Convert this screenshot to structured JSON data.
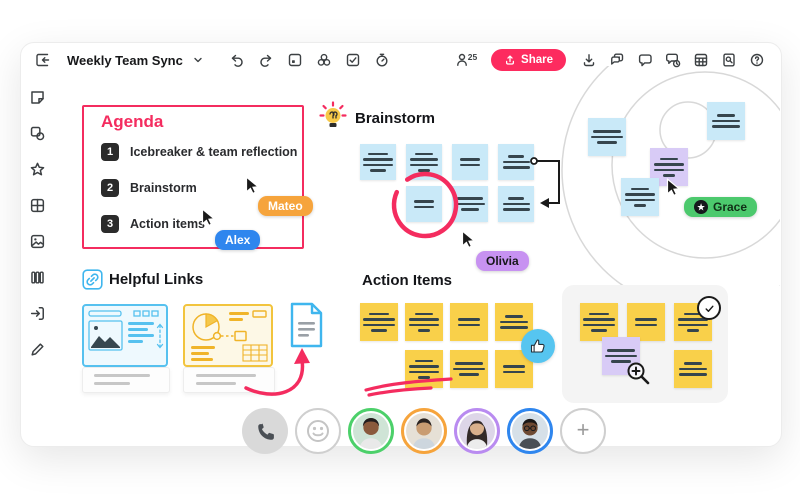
{
  "header": {
    "title": "Weekly Team Sync",
    "collaborators_count": "25",
    "share_label": "Share",
    "left_icons": [
      "collapse-panel",
      "chevron-down",
      "undo",
      "redo",
      "frame",
      "shapes-cluster",
      "checkbox-select",
      "timer"
    ],
    "right_icons": [
      "users",
      "download",
      "chat-bubbles",
      "comment",
      "comment-history",
      "table",
      "search-document",
      "help"
    ]
  },
  "sidebar": {
    "tools": [
      "sticky-note",
      "shapes",
      "star",
      "grid",
      "image",
      "frames",
      "import",
      "pen"
    ]
  },
  "canvas": {
    "agenda": {
      "title": "Agenda",
      "items": [
        {
          "num": "1",
          "label": "Icebreaker & team reflection"
        },
        {
          "num": "2",
          "label": "Brainstorm"
        },
        {
          "num": "3",
          "label": "Action items"
        }
      ]
    },
    "brainstorm": {
      "title": "Brainstorm",
      "sticky_count": 7,
      "sticky_color": "#c9e9f8"
    },
    "helpful_links": {
      "title": "Helpful Links"
    },
    "action_items": {
      "title": "Action Items",
      "sticky_count": 7,
      "sticky_color": "#f9d04a"
    },
    "cursors": [
      {
        "name": "Mateo",
        "color": "#f6a43c"
      },
      {
        "name": "Alex",
        "color": "#2f86ee"
      },
      {
        "name": "Olivia",
        "color": "#c792f1"
      },
      {
        "name": "Grace",
        "color": "#4cc96d"
      }
    ]
  },
  "presence_bar": {
    "buttons": [
      "call",
      "reactions",
      "add-participant"
    ],
    "participant_ring_colors": [
      "#4cd06a",
      "#f6a43c",
      "#b98bf0",
      "#2f86ee"
    ]
  },
  "colors": {
    "brand_pink": "#fd2b5f",
    "annotation_pink": "#f42c5f",
    "sticky_blue": "#c9e9f8",
    "sticky_yellow": "#f9d04a",
    "sticky_purple": "#d8cbf6",
    "panel_gray": "#f4f4f4"
  }
}
